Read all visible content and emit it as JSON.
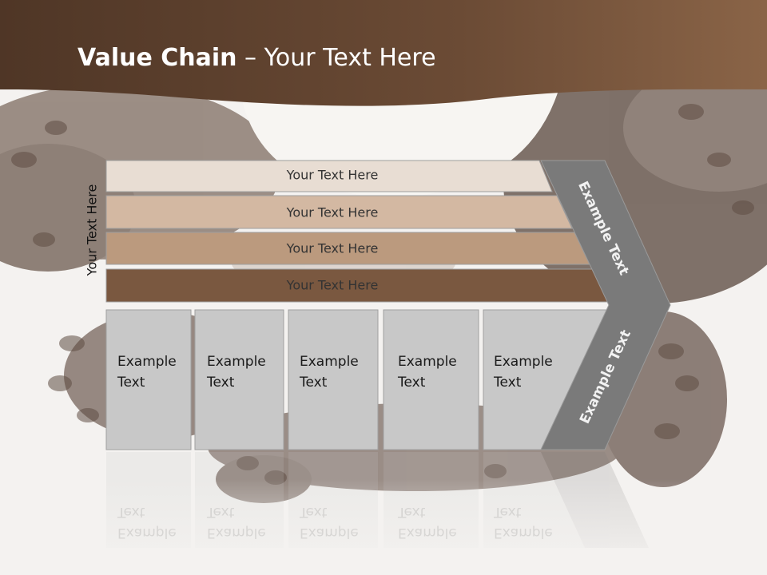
{
  "slide": {
    "title_bold": "Value Chain",
    "title_rest": " – Your Text Here",
    "side_label": "Your Text Here"
  },
  "support_rows": [
    {
      "label": "Your Text Here"
    },
    {
      "label": "Your Text Here"
    },
    {
      "label": "Your Text Here"
    },
    {
      "label": "Your Text Here"
    }
  ],
  "primary_activities": [
    {
      "line1": "Example",
      "line2": "Text"
    },
    {
      "line1": "Example",
      "line2": "Text"
    },
    {
      "line1": "Example",
      "line2": "Text"
    },
    {
      "line1": "Example",
      "line2": "Text"
    },
    {
      "line1": "Example",
      "line2": "Text"
    }
  ],
  "chevron": {
    "upper_label": "Example Text",
    "lower_label": "Example Text"
  },
  "colors": {
    "header_brown": "#5c4130",
    "row1": "#e8ddd3",
    "row2": "#d3b8a2",
    "row3": "#bb9a7e",
    "row4": "#7a5840",
    "box_gray": "#c8c8c8",
    "chevron_gray": "#7a7a7a"
  }
}
